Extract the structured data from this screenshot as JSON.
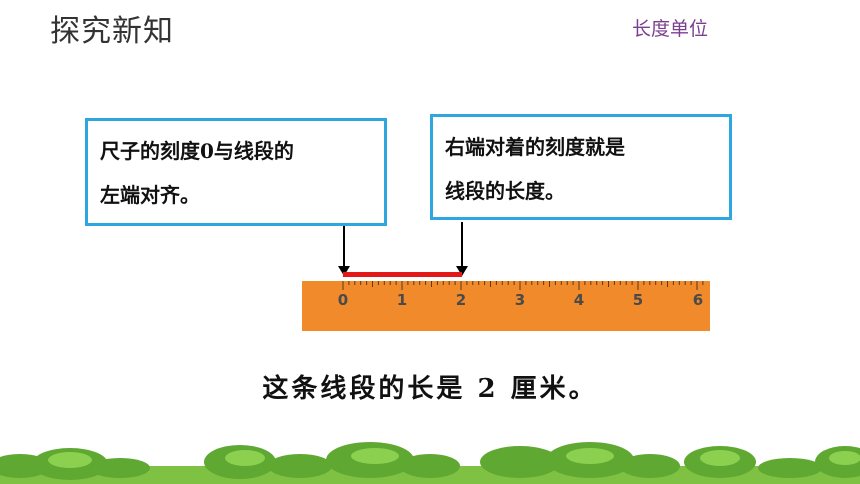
{
  "header": {
    "title": "探究新知",
    "subtitle": "长度单位"
  },
  "callouts": {
    "left": [
      "尺子的刻度0与线段的",
      "左端对齐。"
    ],
    "right": [
      "右端对着的刻度就是",
      "线段的长度。"
    ]
  },
  "ruler": {
    "labels": [
      "0",
      "1",
      "2",
      "3",
      "4",
      "5",
      "6"
    ],
    "color": "#f08a2a"
  },
  "segment": {
    "length_cm": 2,
    "color": "#e31919"
  },
  "conclusion": "这条线段的长是 2 厘米。"
}
